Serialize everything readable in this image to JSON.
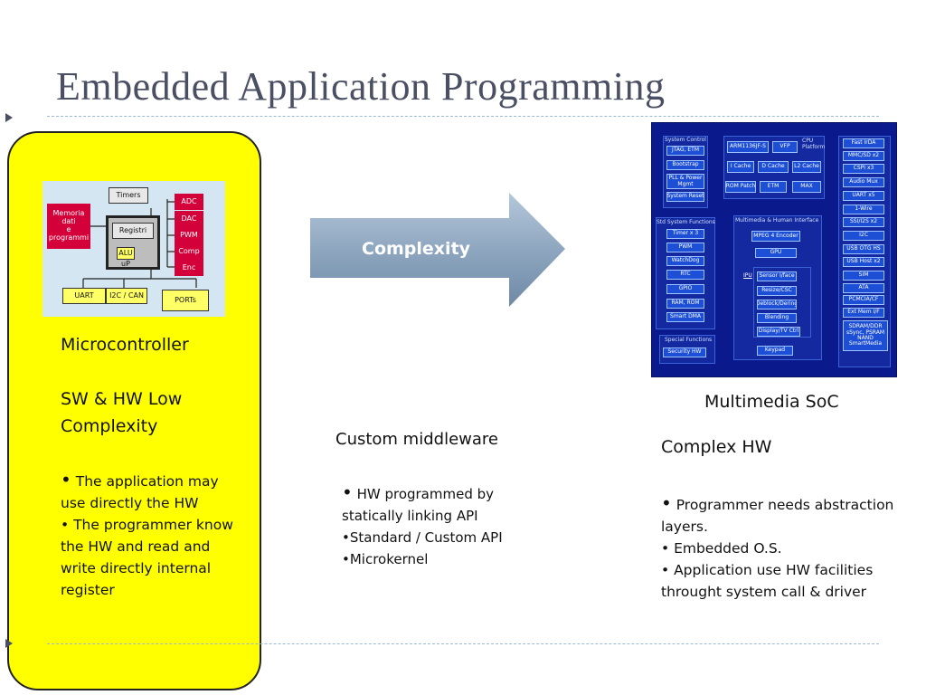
{
  "slide": {
    "title": "Embedded Application Programming"
  },
  "left": {
    "heading": "Microcontroller",
    "subheading": "SW & HW Low Complexity",
    "bullet1": "The application may use directly the HW",
    "bullet2": "The programmer know the HW and read and write directly internal register",
    "diagram": {
      "timers": "Timers",
      "mem_l1": "Memoria",
      "mem_l2": "dati",
      "mem_l3": "e",
      "mem_l4": "programmi",
      "registri": "Registri",
      "alu": "ALU",
      "up": "uP",
      "adc": "ADC",
      "dac": "DAC",
      "pwm": "PWM",
      "comp": "Comp",
      "enc": "Enc",
      "uart": "UART",
      "i2c": "I2C / CAN",
      "ports": "PORTs"
    }
  },
  "middle": {
    "arrow_label": "Complexity",
    "title": "Custom middleware",
    "bullet1": "HW programmed by statically linking API",
    "bullet2": "•Standard / Custom API",
    "bullet3": "•Microkernel"
  },
  "right": {
    "caption": "Multimedia SoC",
    "title": "Complex HW",
    "bullet1": "Programmer needs abstraction layers.",
    "bullet2": "• Embedded O.S.",
    "bullet3": "• Application use HW facilities throught system call & driver",
    "soc": {
      "sys_control": "System Control",
      "jtag": "JTAG, ETM",
      "bootstrap": "Bootstrap",
      "pll": "PLL & Power Mgmt",
      "sysreset": "System Reset",
      "cpu_platform": "CPU Platform",
      "arm": "ARM1136JF-S",
      "vfp": "VFP",
      "icache": "I Cache",
      "dcache": "D Cache",
      "l2cache": "L2 Cache",
      "rompatch": "ROM Patch",
      "etm": "ETM",
      "max": "MAX",
      "std_sys": "Std System Functions",
      "timer": "Timer x 3",
      "pwm": "PWM",
      "watchdog": "WatchDog",
      "rtc": "RTC",
      "gpio": "GPIO",
      "ramrom": "RAM, ROM",
      "smartdma": "Smart DMA",
      "multimedia": "Multimedia & Human Interface",
      "mpeg4": "MPEG 4 Encoder",
      "gpu": "GPU",
      "ipu": "IPU",
      "sensor": "Sensor I/face",
      "resize": "Resize/CSC",
      "deblock": "Deblock/Dering",
      "blending": "Blending",
      "display": "Display/TV Ctrl",
      "keypad": "Keypad",
      "special": "Special Functions",
      "security": "Security HW",
      "fastirda": "Fast IrDA",
      "mmc": "MMC/SD x2",
      "cspi": "CSPI x3",
      "audiomux": "Audio Mux",
      "uart": "UART x5",
      "onewire": "1-Wire",
      "ssi": "SSI/I2S x2",
      "i2c": "I2C",
      "usbotg": "USB OTG HS",
      "usbhost": "USB Host x2",
      "sim": "SIM",
      "ata": "ATA",
      "pcmcia": "PCMCIA/CF",
      "extmem": "Ext Mem I/F",
      "sdram": "SDRAM/DDR sSync, PSRAM NAND SmartMedia"
    }
  }
}
